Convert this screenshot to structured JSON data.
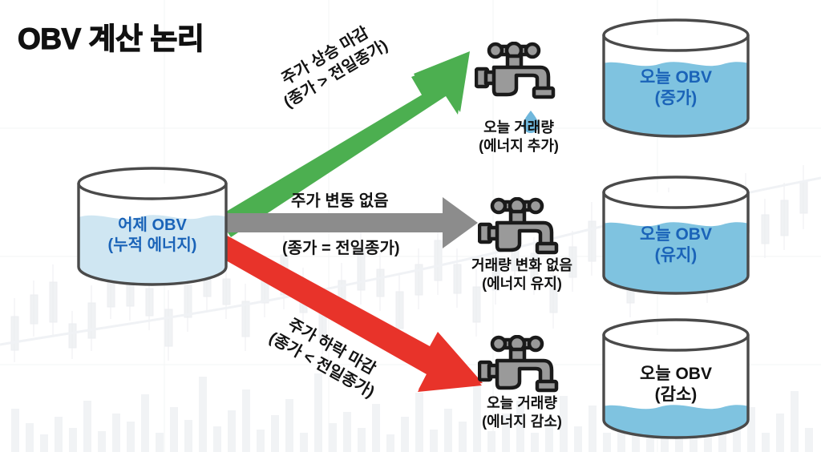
{
  "title": "OBV 계산 논리",
  "colors": {
    "green": "#4CAF50",
    "gray": "#8C8C8C",
    "red": "#E8332A",
    "water_light": "#CFE6F2",
    "water_mid": "#7FC3E0",
    "label_blue": "#1A63B8",
    "outline": "#4A4A4A",
    "text": "#111111"
  },
  "source_cylinder": {
    "name": "yesterday-obv",
    "line1": "어제 OBV",
    "line2": "(누적 에너지)",
    "fill_percent": 72,
    "water_color": "#CFE6F2"
  },
  "branches": [
    {
      "id": "up",
      "arrow_color": "#4CAF50",
      "arrow_direction": "up-right",
      "condition_line1": "주가 상승 마감",
      "condition_line2": "(종가 > 전일종가)",
      "faucet": {
        "name": "faucet-adding",
        "line1": "오늘 거래량",
        "line2": "(에너지 추가)",
        "dripping": true,
        "drop_color": "#6FB7DC"
      },
      "result_cylinder": {
        "name": "today-obv-increase",
        "line1": "오늘 OBV",
        "line2": "(증가)",
        "fill_percent": 72,
        "water_color": "#7FC3E0"
      }
    },
    {
      "id": "flat",
      "arrow_color": "#8C8C8C",
      "arrow_direction": "right",
      "condition_line1": "주가 변동 없음",
      "condition_line2": "(종가 = 전일종가)",
      "faucet": {
        "name": "faucet-unchanged",
        "line1": "거래량 변화 없음",
        "line2": "(에너지 유지)",
        "dripping": false,
        "drop_color": "#6FB7DC"
      },
      "result_cylinder": {
        "name": "today-obv-hold",
        "line1": "오늘 OBV",
        "line2": "(유지)",
        "fill_percent": 68,
        "water_color": "#7FC3E0"
      }
    },
    {
      "id": "down",
      "arrow_color": "#E8332A",
      "arrow_direction": "down-right",
      "condition_line1": "주가 하락 마감",
      "condition_line2": "(종가 < 전일종가)",
      "faucet": {
        "name": "faucet-reducing",
        "line1": "오늘 거래량",
        "line2": "(에너지 감소)",
        "dripping": false,
        "drop_color": "#6FB7DC"
      },
      "result_cylinder": {
        "name": "today-obv-decrease",
        "line1": "오늘 OBV",
        "line2": "(감소)",
        "fill_percent": 22,
        "water_color": "#7FC3E0"
      }
    }
  ]
}
